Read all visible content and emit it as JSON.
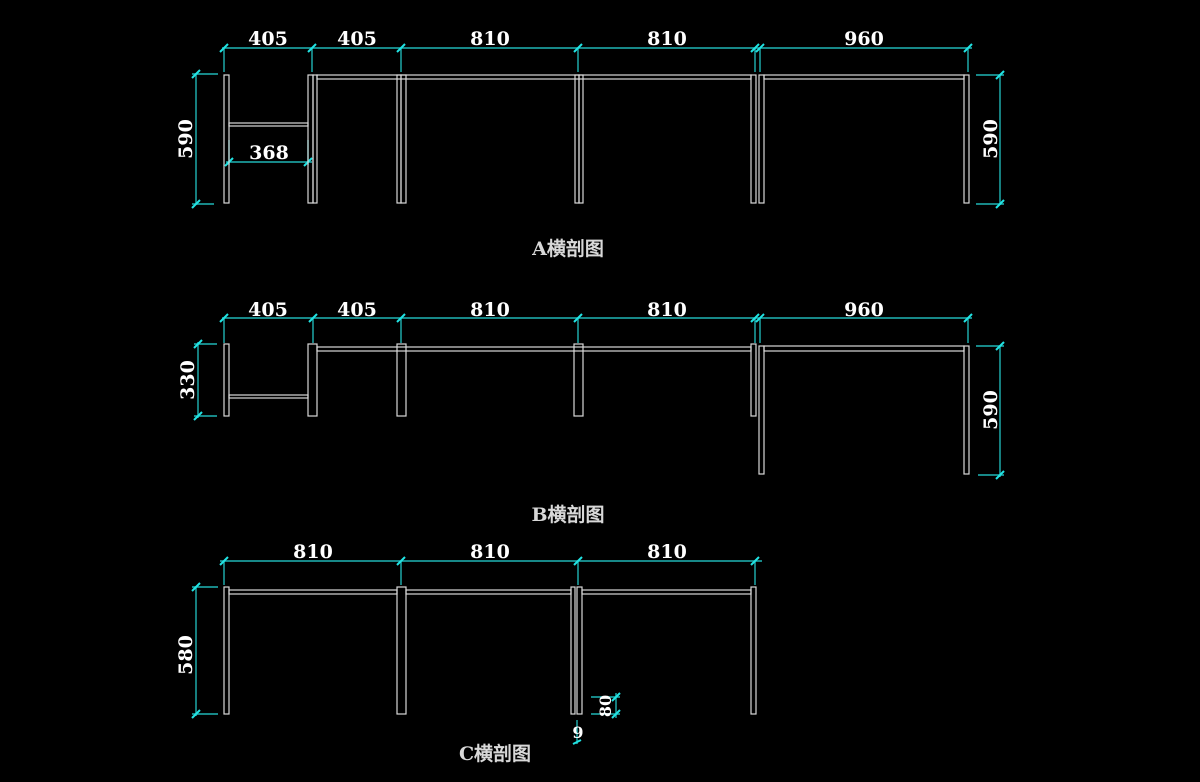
{
  "colors": {
    "background": "#000000",
    "frame": "#d9d9d9",
    "dimension": "#1fb5b5",
    "text": "#ffffff"
  },
  "sections": [
    {
      "title": "A横剖图",
      "top_dims": [
        "405",
        "405",
        "810",
        "810",
        "960"
      ],
      "left_height": "590",
      "right_height": "590",
      "inner_dim": "368"
    },
    {
      "title": "B横剖图",
      "top_dims": [
        "405",
        "405",
        "810",
        "810",
        "960"
      ],
      "left_height": "330",
      "right_height": "590"
    },
    {
      "title": "C横剖图",
      "top_dims": [
        "810",
        "810",
        "810"
      ],
      "left_height": "580",
      "detail_height": "80",
      "detail_width": "9"
    }
  ]
}
